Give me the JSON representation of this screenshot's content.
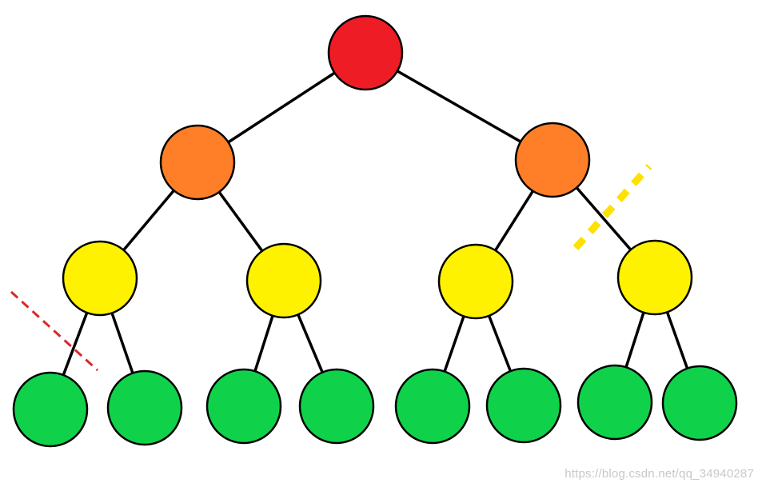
{
  "diagram": {
    "type": "binary-tree",
    "level_colors": {
      "root": "#ee1c25",
      "level_1": "#fe7f27",
      "level_2": "#fef200",
      "leaves": "#10d24a"
    },
    "edge_color": "#000000",
    "node_outline_color": "#000000",
    "levels": [
      {
        "name": "root",
        "node_count": 1
      },
      {
        "name": "level_1",
        "node_count": 2
      },
      {
        "name": "level_2",
        "node_count": 4
      },
      {
        "name": "leaves",
        "node_count": 8
      }
    ],
    "markers": [
      {
        "name": "red-dashed-cut",
        "color": "#dc2626",
        "style": "dashed",
        "crosses_edge": "level_2[0] -> leaves[0]"
      },
      {
        "name": "yellow-dashed-cut",
        "color": "#fde100",
        "style": "thick-dashed",
        "crosses_edge": "level_1[1] -> level_2[3]"
      }
    ]
  },
  "watermark": {
    "text": "https://blog.csdn.net/qq_34940287"
  }
}
